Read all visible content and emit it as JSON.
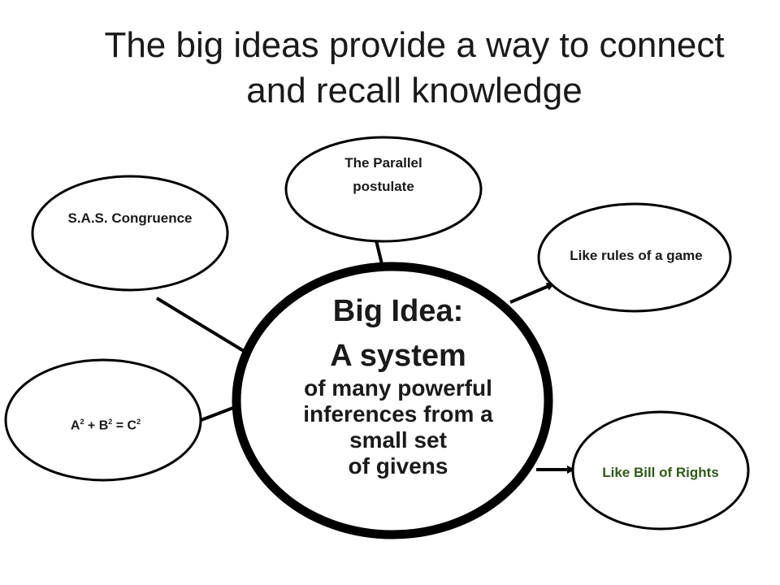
{
  "title": {
    "line1": "The big ideas provide a way to connect",
    "line2": "and recall knowledge"
  },
  "center": {
    "heading": "Big Idea:",
    "subheading": "A system",
    "line3": "of many powerful",
    "line4": "inferences from a",
    "line5": "small set",
    "line6": "of givens"
  },
  "nodes": {
    "parallel": {
      "line1": "The Parallel",
      "line2": "postulate"
    },
    "sas": {
      "label": "S.A.S. Congruence"
    },
    "pythagorean": {
      "a": "A",
      "b": "B",
      "c": "C",
      "exp": "2",
      "plus": "+",
      "eq": "="
    },
    "rules": {
      "label": "Like rules of a game"
    },
    "bill": {
      "label": "Like Bill of Rights"
    }
  },
  "colors": {
    "text": "#1a1a1a",
    "outline": "#000000",
    "bill_text": "#2e5b17"
  }
}
